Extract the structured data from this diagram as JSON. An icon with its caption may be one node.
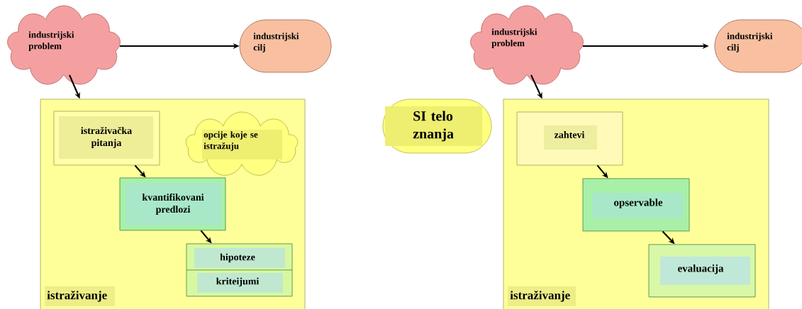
{
  "diagram": {
    "nodes": [
      {
        "text": [
          "industrijski problem"
        ]
      },
      {
        "text": [
          "industrijski cilj"
        ]
      },
      {
        "text": [
          "istraživanje"
        ]
      },
      {
        "text": [
          "istraživačka pitanja"
        ],
        "in": 2
      },
      {
        "text": [
          "opcije koje se istražuju"
        ],
        "in": 2
      },
      {
        "text": [
          "kvantifikovani predlozi"
        ],
        "in": 2
      },
      {
        "text": [
          "hipoteze",
          "kriteijumi"
        ],
        "in": 2
      },
      {
        "text": [
          "SI telo znanja"
        ]
      },
      {
        "text": [
          "industrijski problem"
        ]
      },
      {
        "text": [
          "industrijski cilj"
        ]
      },
      {
        "text": [
          "istraživanje"
        ]
      },
      {
        "text": [
          "zahtevi"
        ],
        "in": 10
      },
      {
        "text": [
          "opservable"
        ],
        "in": 10
      },
      {
        "text": [
          "evaluacija"
        ],
        "in": 10
      }
    ],
    "edges": [
      {
        "from": 0,
        "to": 1,
        "arrow": "to"
      },
      {
        "from": 0,
        "to": 2,
        "arrow": "to"
      },
      {
        "from": 3,
        "to": 5,
        "arrow": "to"
      },
      {
        "from": 5,
        "to": 6,
        "arrow": "to"
      },
      {
        "from": 8,
        "to": 9,
        "arrow": "to"
      },
      {
        "from": 8,
        "to": 10,
        "arrow": "to"
      },
      {
        "from": 11,
        "to": 12,
        "arrow": "to"
      },
      {
        "from": 12,
        "to": 13,
        "arrow": "to"
      }
    ]
  }
}
